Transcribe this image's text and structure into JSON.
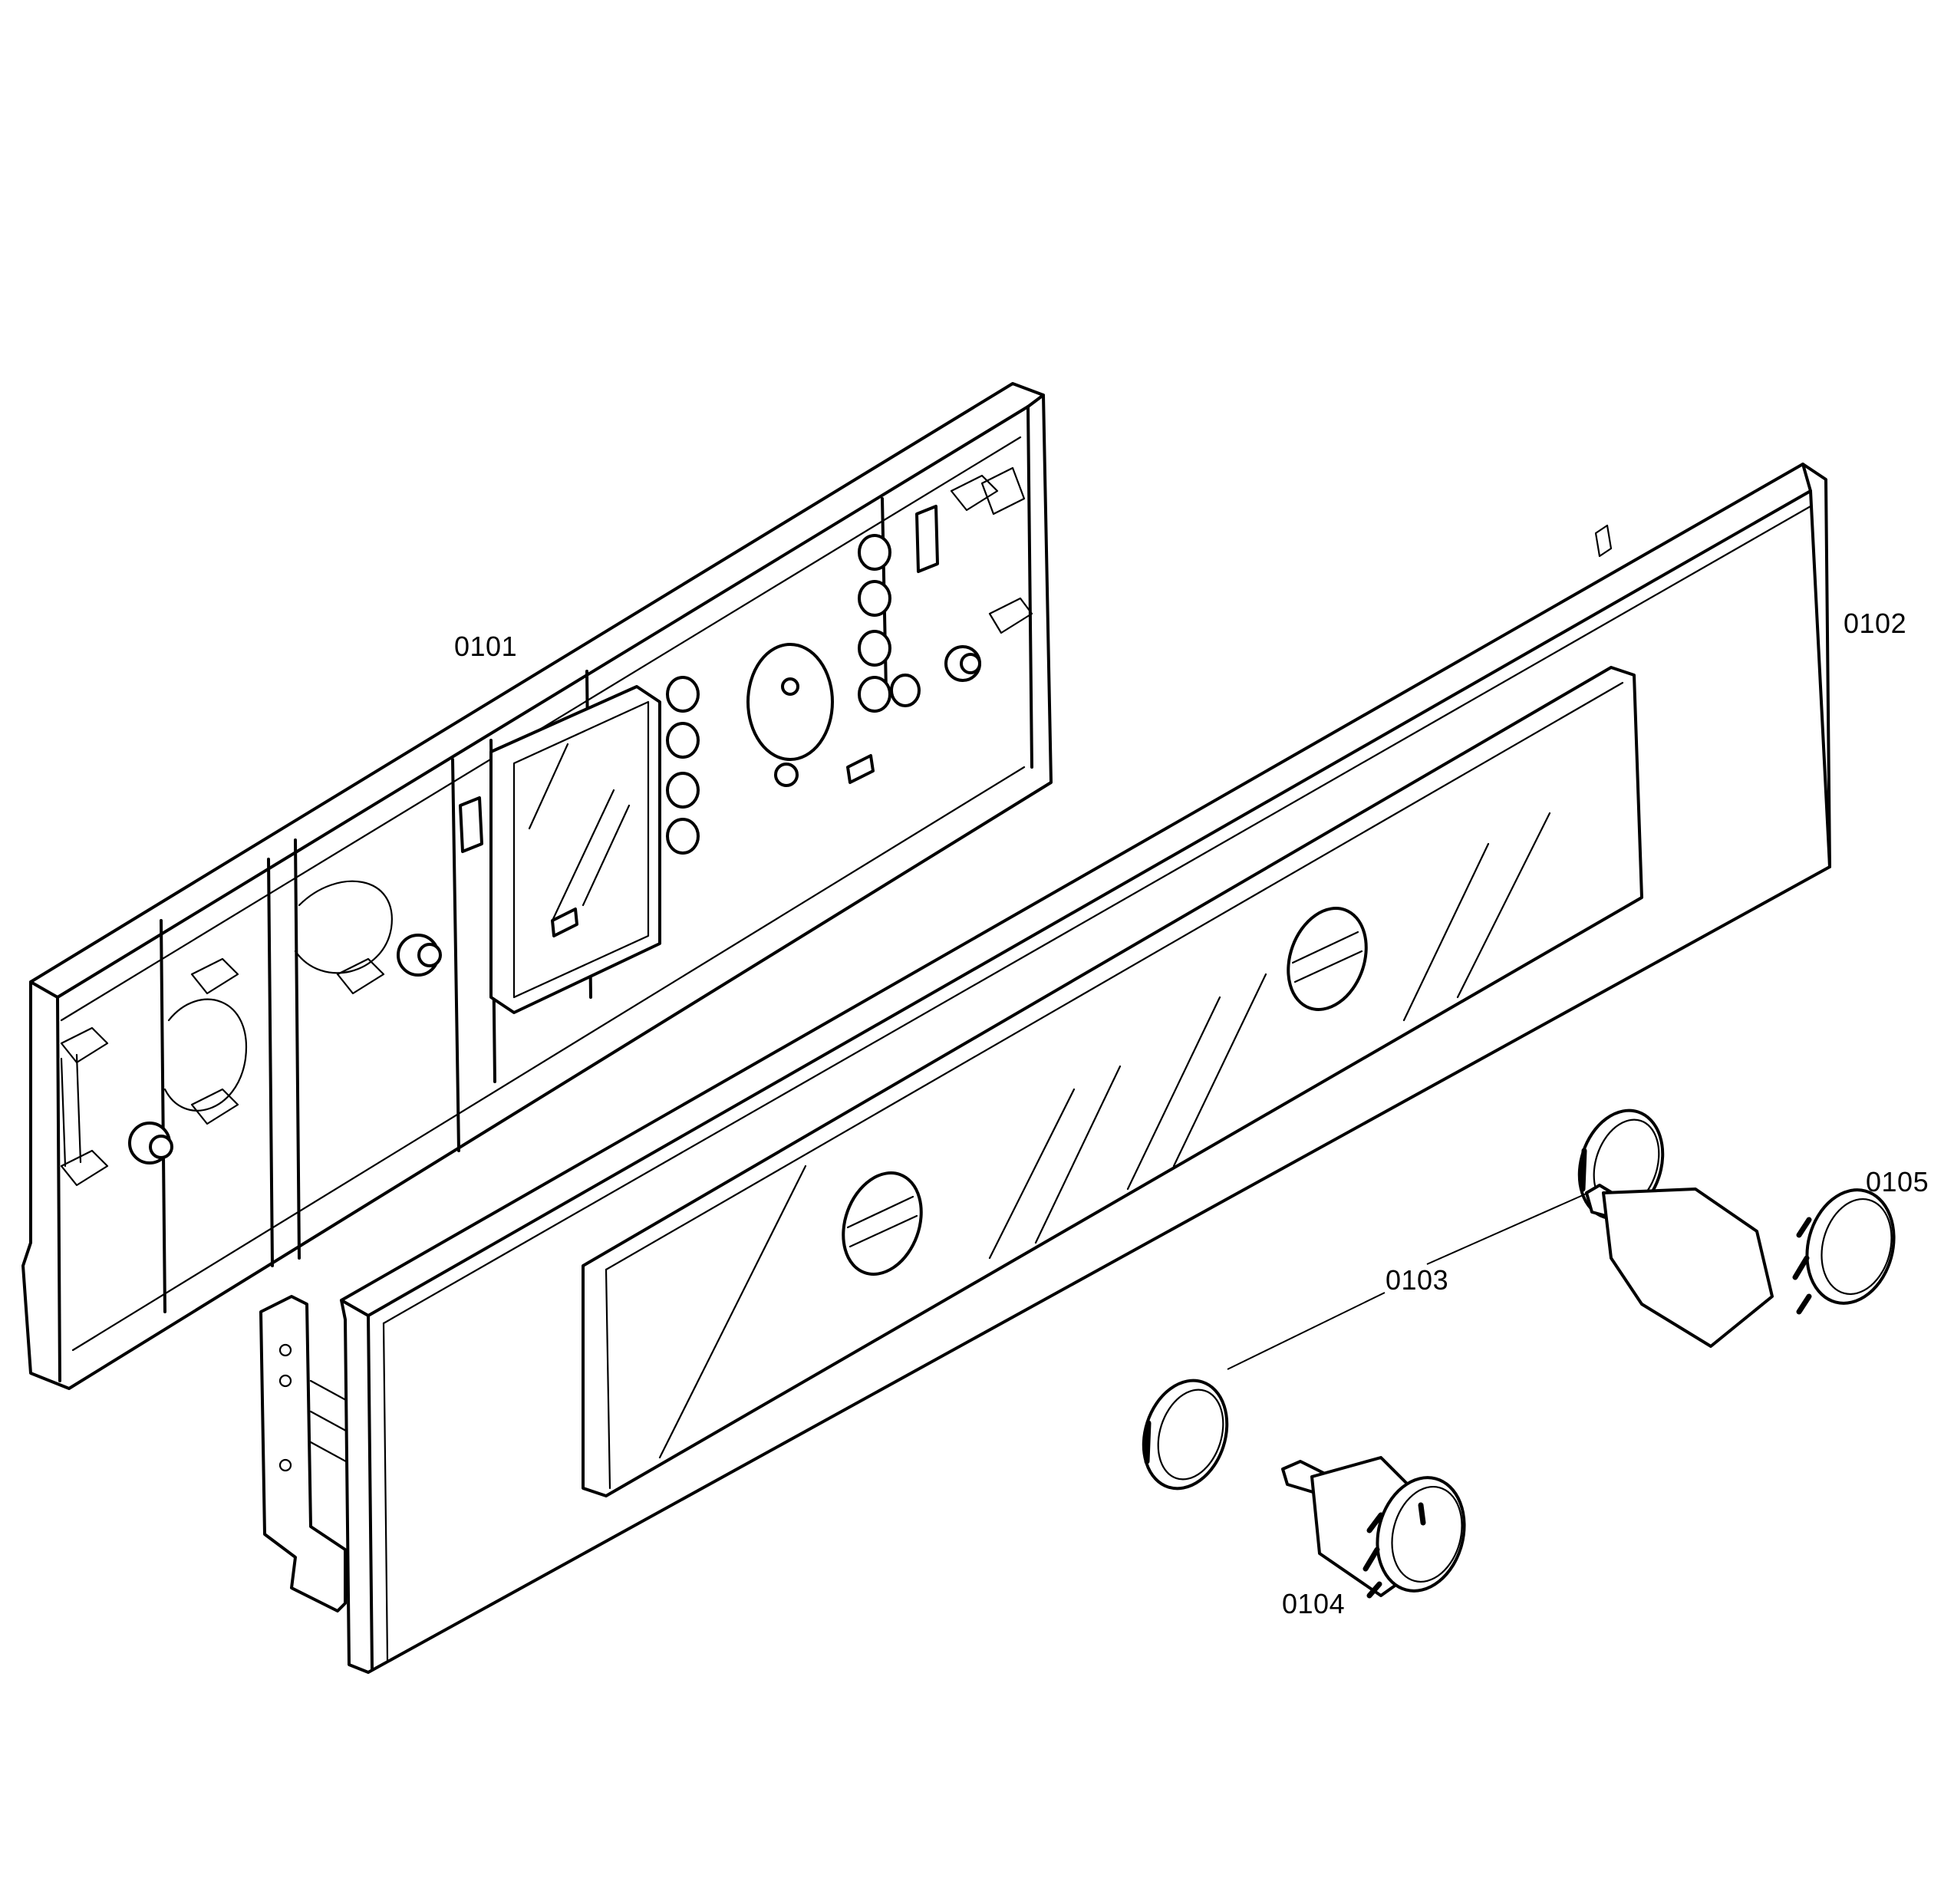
{
  "diagram": {
    "type": "exploded-parts-diagram",
    "subject": "control panel assembly",
    "parts": [
      {
        "id": "0101",
        "label": "0101",
        "description": "rear control panel frame / housing with electronics"
      },
      {
        "id": "0102",
        "label": "0102",
        "description": "front fascia panel with two knob openings"
      },
      {
        "id": "0103",
        "label": "0103",
        "description": "knob bezel ring (x2, shared leader)"
      },
      {
        "id": "0104",
        "label": "0104",
        "description": "control knob (left)"
      },
      {
        "id": "0105",
        "label": "0105",
        "description": "control knob (right)"
      }
    ]
  },
  "labels": {
    "p0101": "0101",
    "p0102": "0102",
    "p0103": "0103",
    "p0104": "0104",
    "p0105": "0105"
  }
}
